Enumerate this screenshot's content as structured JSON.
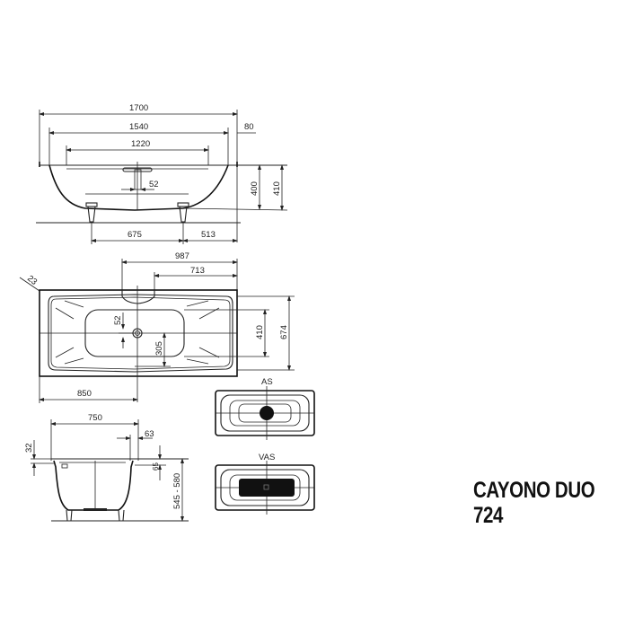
{
  "product": {
    "name": "CAYONO DUO",
    "model": "724"
  },
  "side_view": {
    "dimensions": {
      "overall_length": "1700",
      "inner_length": "1540",
      "bottom_length": "1220",
      "rim_offset": "80",
      "drain_offset": "52",
      "depth_inner": "400",
      "depth_outer": "410",
      "foot_spacing": "675",
      "foot_to_end": "513"
    }
  },
  "top_view": {
    "dimensions": {
      "drain_to_end": "987",
      "overflow_to_end": "713",
      "rim_width": "23",
      "drain_offset": "52",
      "drain_to_edge": "305",
      "inner_width": "410",
      "overall_width": "674",
      "drain_from_left": "850"
    }
  },
  "end_view": {
    "dimensions": {
      "width": "750",
      "rim": "63",
      "rim_thickness": "32",
      "rim_drop": "65",
      "height_range": "545 - 580"
    }
  },
  "drain_options": [
    {
      "label": "AS"
    },
    {
      "label": "VAS"
    }
  ]
}
